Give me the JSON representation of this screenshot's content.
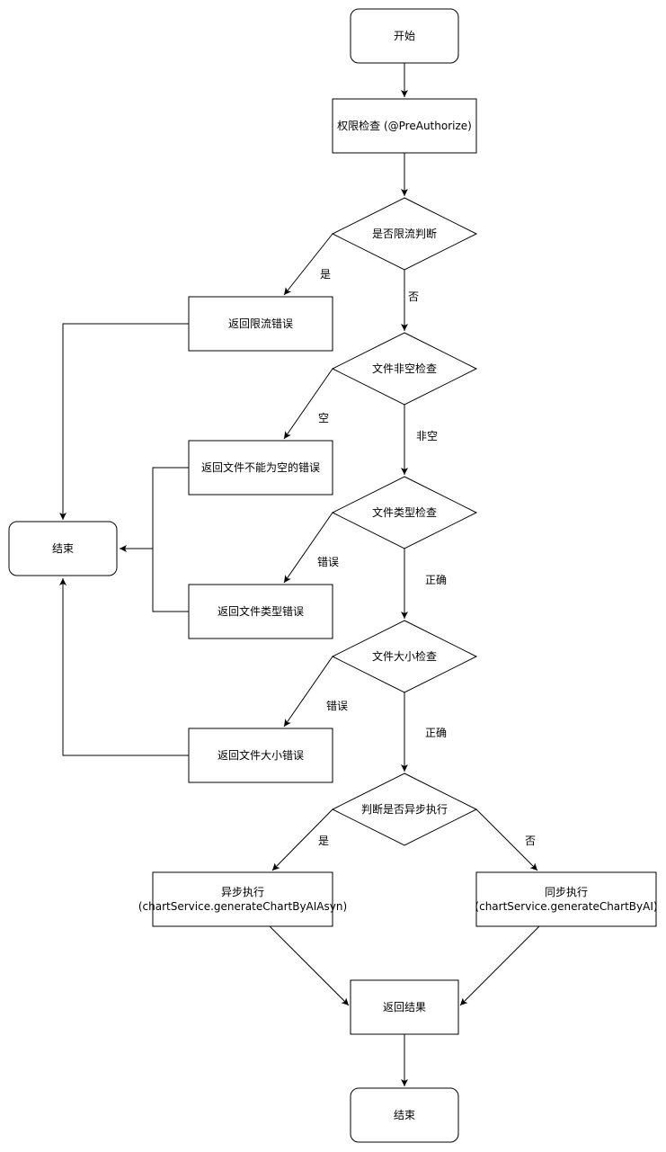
{
  "nodes": {
    "start": "开始",
    "auth_check": "权限检查 (@PreAuthorize)",
    "rate_limit_decision": "是否限流判断",
    "rate_limit_error": "返回限流错误",
    "file_empty_decision": "文件非空检查",
    "file_empty_error": "返回文件不能为空的错误",
    "file_type_decision": "文件类型检查",
    "file_type_error": "返回文件类型错误",
    "file_size_decision": "文件大小检查",
    "file_size_error": "返回文件大小错误",
    "async_decision": "判断是否异步执行",
    "async_exec_title": "异步执行",
    "async_exec_call": "(chartService.generateChartByAIAsyn)",
    "sync_exec_title": "同步执行",
    "sync_exec_call": "(chartService.generateChartByAI)",
    "return_result": "返回结果",
    "end_left": "结束",
    "end_bottom": "结束"
  },
  "edge_labels": {
    "rate_limit_yes": "是",
    "rate_limit_no": "否",
    "file_empty_empty": "空",
    "file_empty_not_empty": "非空",
    "file_type_wrong": "错误",
    "file_type_ok": "正确",
    "file_size_wrong": "错误",
    "file_size_ok": "正确",
    "async_yes": "是",
    "async_no": "否"
  }
}
